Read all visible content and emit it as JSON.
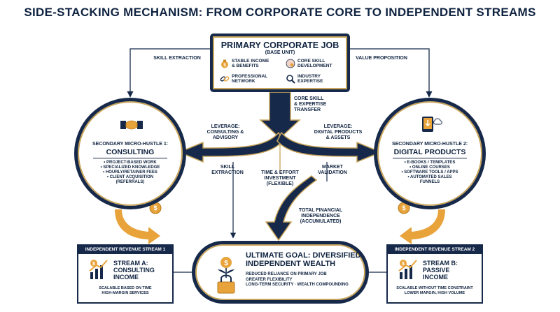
{
  "title": "SIDE-STACKING MECHANISM: FROM CORPORATE CORE TO INDEPENDENT STREAMS",
  "colors": {
    "navy": "#16294a",
    "gold": "#c9a55a",
    "orange": "#e8a33b"
  },
  "core": {
    "title": "PRIMARY CORPORATE JOB",
    "subtitle": "(BASE UNIT)",
    "features": [
      {
        "icon": "money-bag-icon",
        "label_1": "STABLE INCOME",
        "label_2": "& BENEFITS"
      },
      {
        "icon": "brain-gear-icon",
        "label_1": "CORE SKILL",
        "label_2": "DEVELOPMENT"
      },
      {
        "icon": "chain-link-icon",
        "label_1": "PROFESSIONAL",
        "label_2": "NETWORK"
      },
      {
        "icon": "magnifier-icon",
        "label_1": "INDUSTRY",
        "label_2": "EXPERTISE"
      }
    ]
  },
  "flow_labels": {
    "skill_extraction_top": "SKILL EXTRACTION",
    "value_proposition": "VALUE PROPOSITION",
    "core_transfer": [
      "CORE SKILL",
      "& EXPERTISE",
      "TRANSFER"
    ],
    "leverage_consulting": [
      "LEVERAGE:",
      "CONSULTING &",
      "ADVISORY"
    ],
    "leverage_digital": [
      "LEVERAGE:",
      "DIGITAL PRODUCTS",
      "& ASSETS"
    ],
    "skill_extraction_mid": [
      "SKILL",
      "EXTRACTION"
    ],
    "time_effort": [
      "TIME & EFFORT",
      "INVESTMENT",
      "(FLEXIBLE)"
    ],
    "market_validation": [
      "MARKET",
      "VALIDATION"
    ],
    "total_independence": [
      "TOTAL FINANCIAL",
      "INDEPENDENCE",
      "(ACCUMULATED)"
    ]
  },
  "hustle_1": {
    "subtitle": "SECONDARY MICRO-HUSTLE 1:",
    "title": "CONSULTING",
    "items": [
      "• PROJECT-BASED WORK",
      "• SPECIALIZED KNOWLEDGE",
      "• HOURLY/RETAINER FEES",
      "• CLIENT ACQUISITION",
      "(REFERRALS)"
    ]
  },
  "hustle_2": {
    "subtitle": "SECONDARY MICRO-HUSTLE 2:",
    "title": "DIGITAL PRODUCTS",
    "items": [
      "• E-BOOKS / TEMPLATES",
      "• ONLINE COURSES",
      "• SOFTWARE TOOLS / APPS",
      "• AUTOMATED SALES",
      "FUNNELS"
    ]
  },
  "stream_1": {
    "header": "INDEPENDENT REVENUE STREAM 1",
    "name": [
      "STREAM A:",
      "CONSULTING",
      "INCOME"
    ],
    "desc": [
      "SCALABLE BASED ON TIME",
      "HIGH-MARGIN SERVICES"
    ]
  },
  "stream_2": {
    "header": "INDEPENDENT REVENUE STREAM 2",
    "name": [
      "STREAM B:",
      "PASSIVE",
      "INCOME"
    ],
    "desc": [
      "SCALABLE WITHOUT TIME CONSTRAINT",
      "LOWER MARGIN, HIGH VOLUME"
    ]
  },
  "goal": {
    "title": [
      "ULTIMATE GOAL: DIVERSIFIED",
      "INDEPENDENT WEALTH"
    ],
    "points": [
      "REDUCED RELIANCE ON PRIMARY JOB",
      "GREATER FLEXIBILITY",
      "LONG-TERM SECURITY · WEALTH COMPOUNDING"
    ]
  }
}
